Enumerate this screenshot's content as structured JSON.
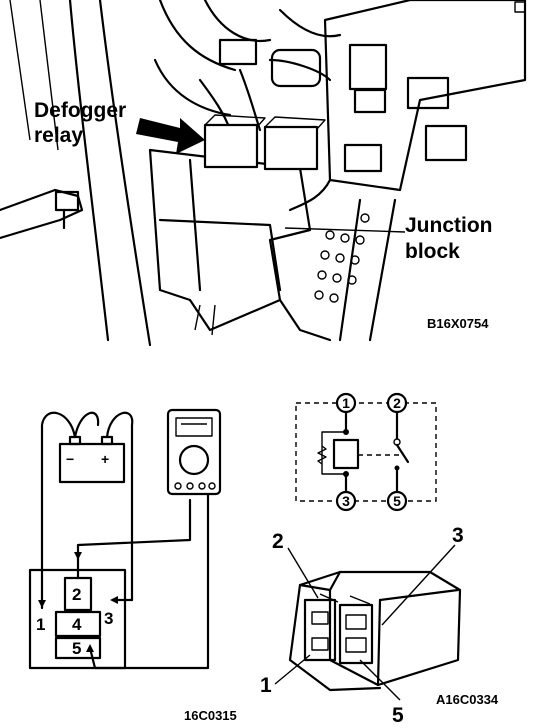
{
  "top_figure": {
    "label_defogger": [
      "Defogger",
      "relay"
    ],
    "label_junction": [
      "Junction",
      "block"
    ],
    "code": "B16X0754"
  },
  "bottom_left": {
    "battery_minus": "−",
    "battery_plus": "+",
    "relay_pins": [
      "1",
      "2",
      "3",
      "4",
      "5"
    ],
    "code": "16C0315"
  },
  "schematic": {
    "pins": [
      "1",
      "2",
      "3",
      "5"
    ]
  },
  "bottom_right": {
    "callouts": [
      "2",
      "3",
      "1",
      "5"
    ],
    "code": "A16C0334"
  }
}
